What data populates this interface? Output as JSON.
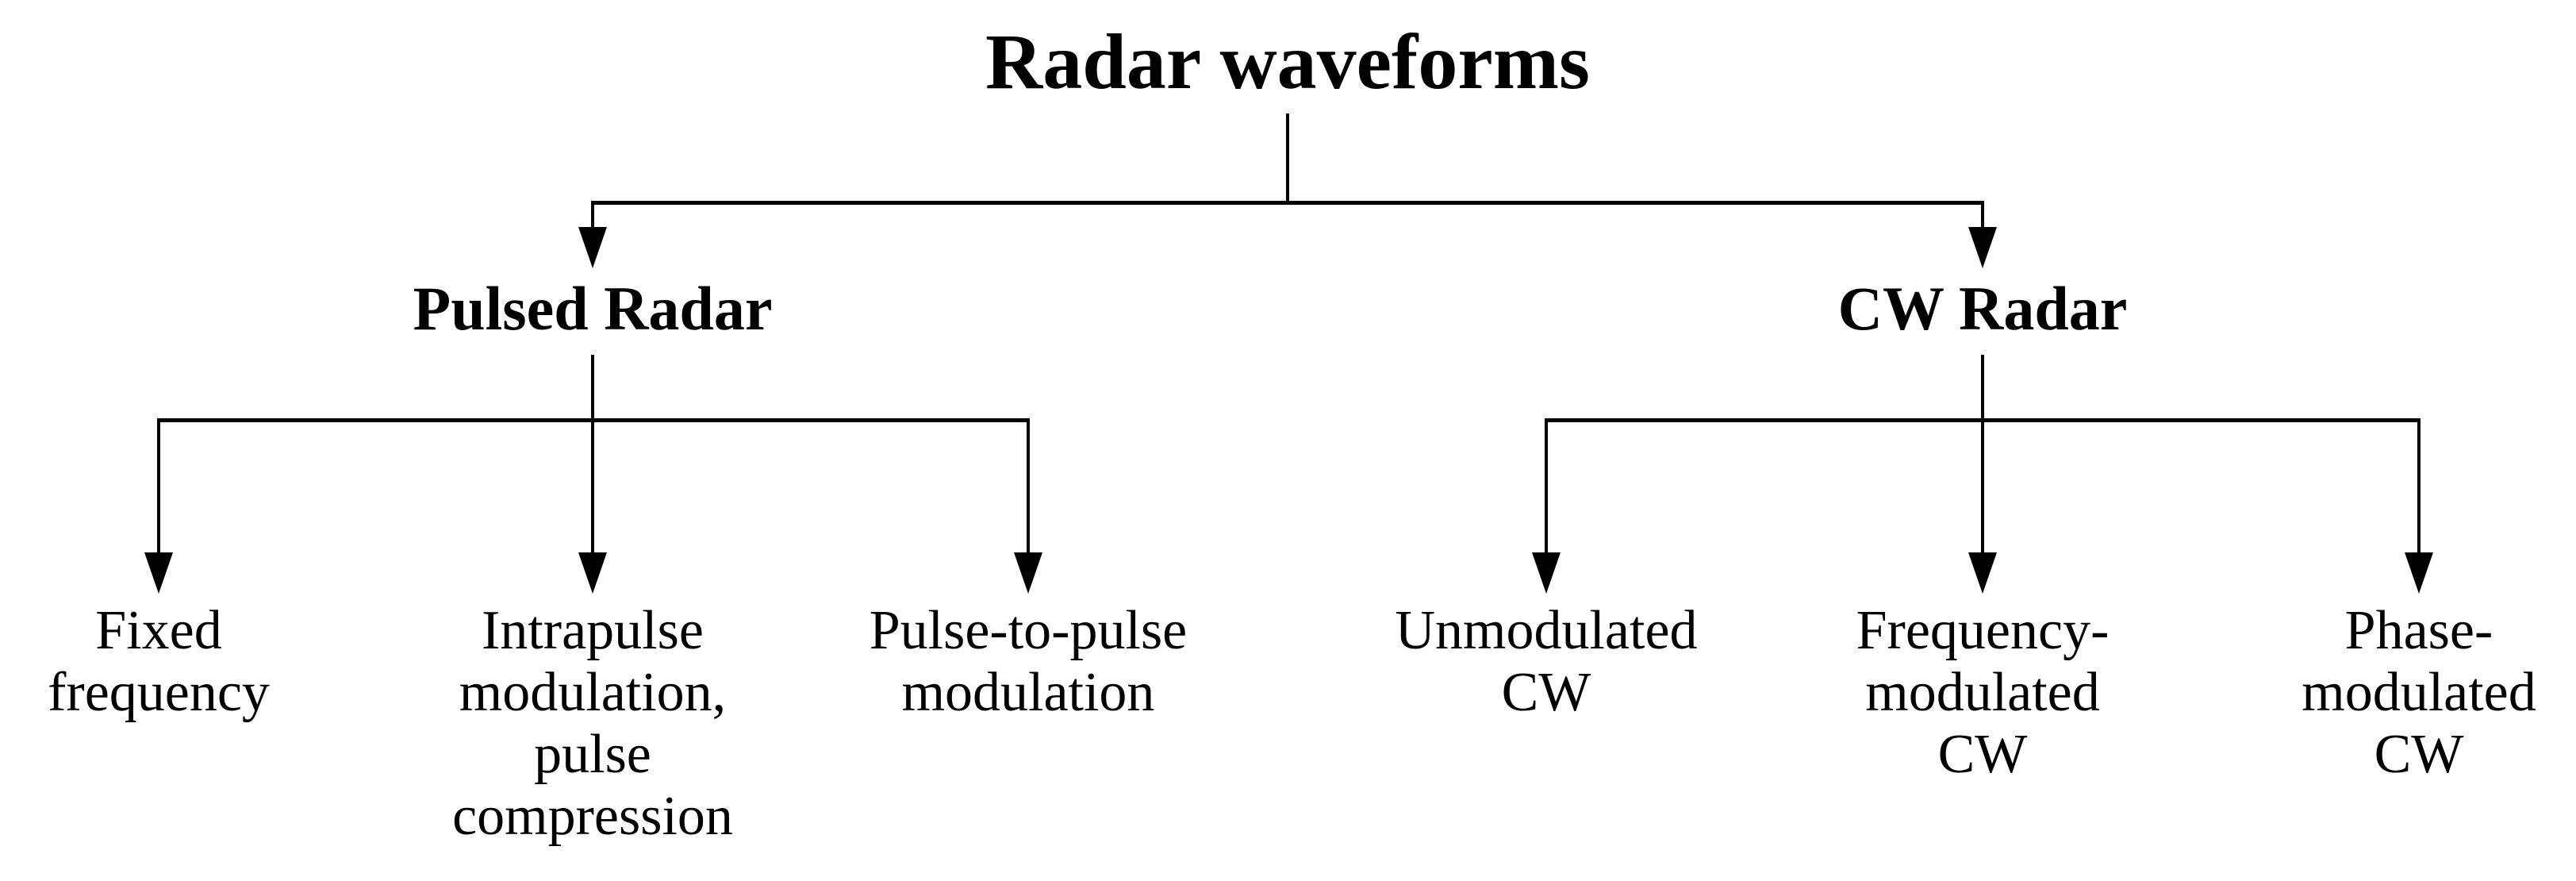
{
  "colors": {
    "ink": "#000000",
    "background": "#ffffff"
  },
  "tree": {
    "root": "Radar waveforms",
    "branches": [
      {
        "label": "Pulsed Radar",
        "leaves": [
          "Fixed\nfrequency",
          "Intrapulse\nmodulation,\npulse\ncompression",
          "Pulse-to-pulse\nmodulation"
        ]
      },
      {
        "label": "CW Radar",
        "leaves": [
          "Unmodulated\nCW",
          "Frequency-\nmodulated\nCW",
          "Phase-\nmodulated\nCW"
        ]
      }
    ]
  }
}
